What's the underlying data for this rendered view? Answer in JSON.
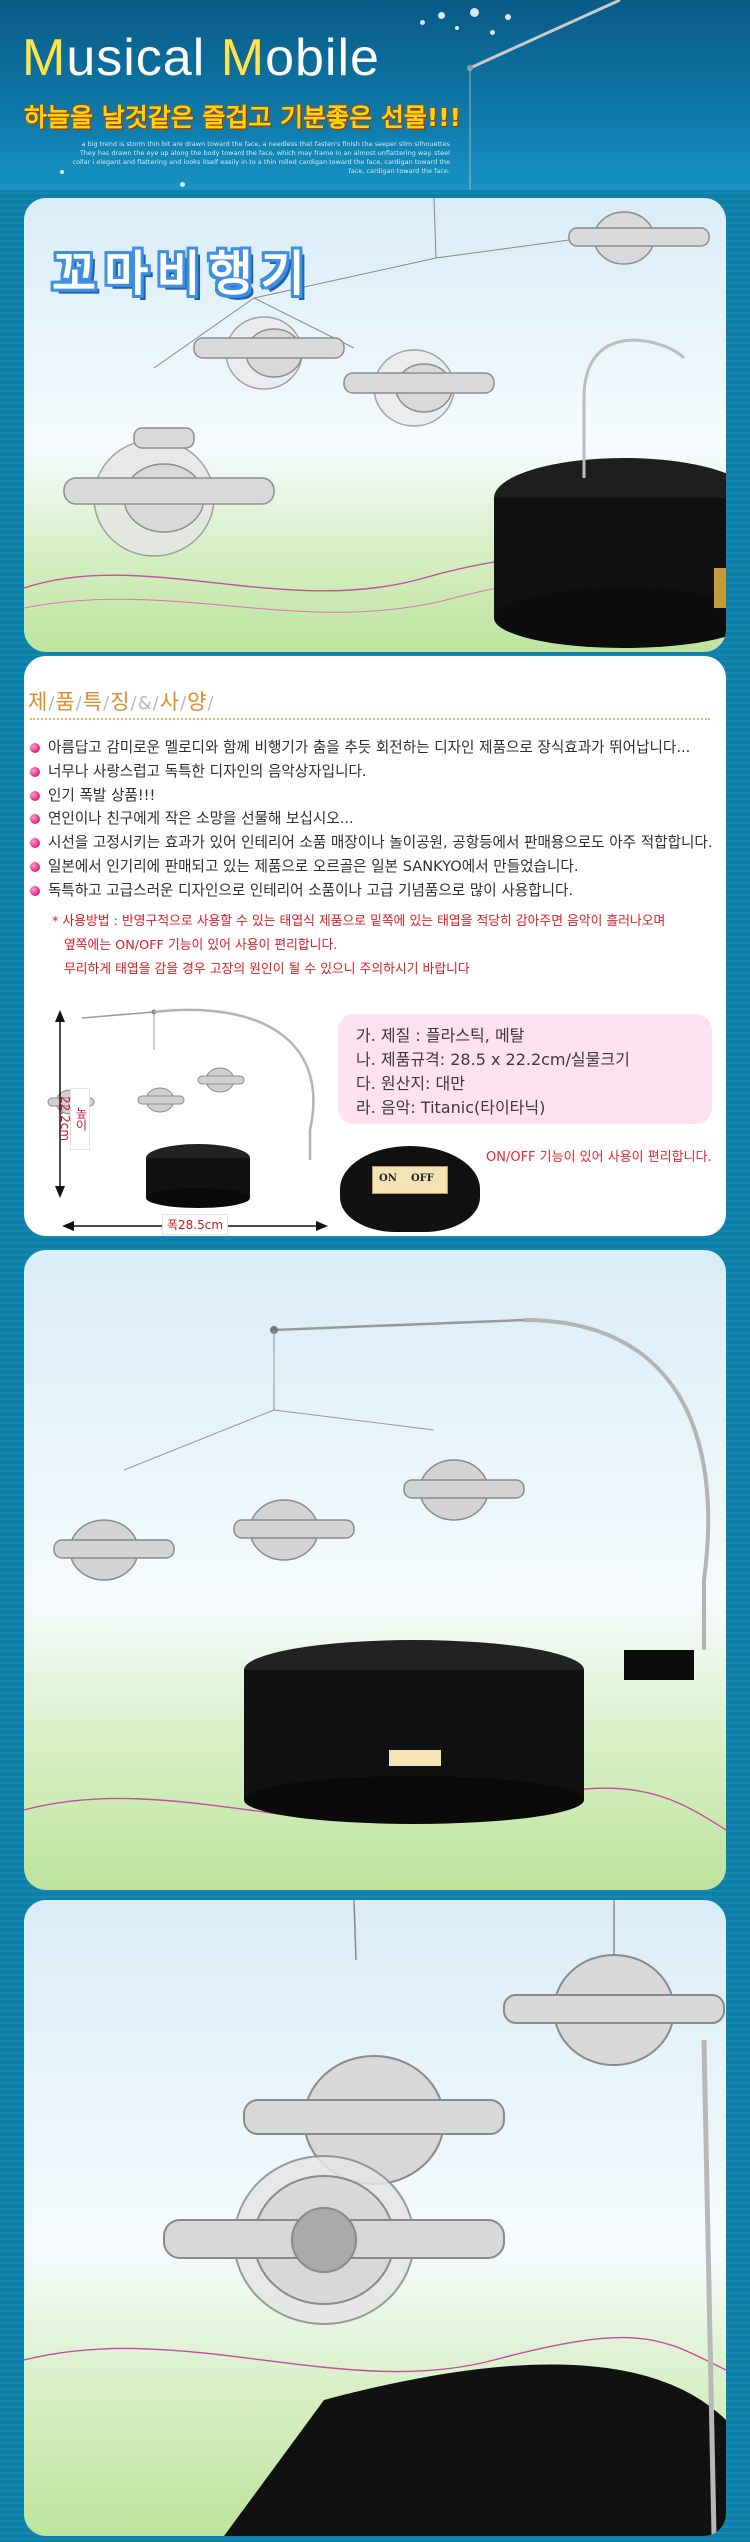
{
  "header": {
    "title_parts": [
      "M",
      "usical ",
      "M",
      "obile"
    ],
    "slogan": "하늘을 날것같은 즐겁고 기분좋은 선물!!!",
    "tagline": "a big trend is storm thin bit are drawn toward the face, a needless that fasten's finish the seeper slim silhouettes They has drawn the eye up along the body toward the face, which may frame in an almost unflattering way. steel collar i elegant and flattering and looks itself easily in to a thin rolled cardigan toward the face, cardigan toward the face, cardigan toward the face."
  },
  "hero": {
    "title": "꼬마비행기"
  },
  "features": {
    "heading_parts": [
      "제",
      "/",
      "품",
      "/",
      "특",
      "/",
      "징",
      "/",
      "&",
      "/",
      "사",
      "/",
      "양",
      "/"
    ],
    "items": [
      "아름답고 감미로운 멜로디와 함께 비행기가 춤을 추듯 회전하는 디자인 제품으로 장식효과가 뛰어납니다...",
      "너무나 사랑스럽고 독특한 디자인의 음악상자입니다.",
      "인기 폭발 상품!!!",
      "연인이나 친구에게 작은 소망을 선물해 보십시오...",
      "시선을 고정시키는 효과가 있어 인테리어 소품 매장이나 놀이공원, 공항등에서 판매용으로도 아주 적합합니다.",
      "일본에서 인기리에 판매되고 있는 제품으로 오르골은 일본 SANKYO에서 만들었습니다.",
      "독특하고 고급스러운 디자인으로 인테리어 소품이나 고급 기념품으로 많이 사용합니다."
    ]
  },
  "notes": {
    "lines": [
      "* 사용방법 : 반영구적으로 사용할 수 있는 태엽식 제품으로 밑쪽에 있는 태엽을 적당히 감아주면 음악이 흘러나오며",
      "옆쪽에는 ON/OFF 기능이 있어 사용이 편리합니다.",
      "무리하게 태엽을 감을 경우 고장의 원인이 될 수 있으니 주의하시기 바랍니다"
    ]
  },
  "specs": {
    "items": [
      "가. 제질 : 플라스틱, 메탈",
      "나. 제품규격: 28.5 x 22.2cm/실물크기",
      "다. 원산지: 대만",
      "라. 음악: Titanic(타이타닉)"
    ],
    "switch_note": "ON/OFF 기능이 있어 사용이 편리합니다.",
    "height_label": "높이 22.2cm",
    "width_label": "폭28.5cm",
    "switch_on": "ON",
    "switch_off": "OFF"
  },
  "colors": {
    "frame": "#0f7fa8",
    "title_accent": "#ffe34a",
    "slogan": "#ffd400",
    "feature_heading": "#e28a2a",
    "note_red": "#e01a28",
    "spec_box": "#fde1f0",
    "hero_title_outline": "#3e8fe0"
  }
}
